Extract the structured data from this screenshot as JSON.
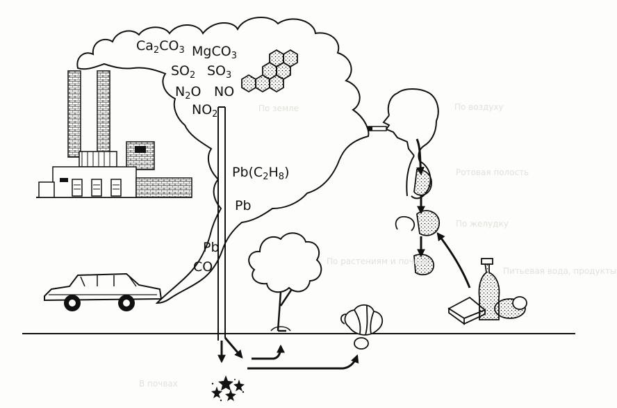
{
  "pollutants_cloud": {
    "ca2co3": {
      "main": "Ca",
      "sub": "2",
      "rest": "CO",
      "sub2": "3"
    },
    "mgco3": {
      "main": "MgCO",
      "sub": "3"
    },
    "so2": {
      "main": "SO",
      "sub": "2"
    },
    "so3": {
      "main": "SO",
      "sub": "3"
    },
    "n2o": {
      "main": "N",
      "sub": "2",
      "rest": "O"
    },
    "no": "NO",
    "no2": {
      "main": "NO",
      "sub": "2"
    },
    "tetraethyl": {
      "pre": "Pb(C",
      "sub1": "2",
      "mid": "H",
      "sub2": "8",
      "post": ")"
    }
  },
  "lead_labels": [
    "Pb",
    "Pb"
  ],
  "exhaust_labels": [
    "CO"
  ],
  "faint_labels": [
    "По земле",
    "По воздуху",
    "Ротовая полость",
    "По желудку",
    "По растениям и почвам",
    "Питьевая вода, продукты питания",
    "В почвах"
  ],
  "colors": {
    "ink": "#111111",
    "paper": "#fdfdfb",
    "faint": "#e2e2dc"
  }
}
